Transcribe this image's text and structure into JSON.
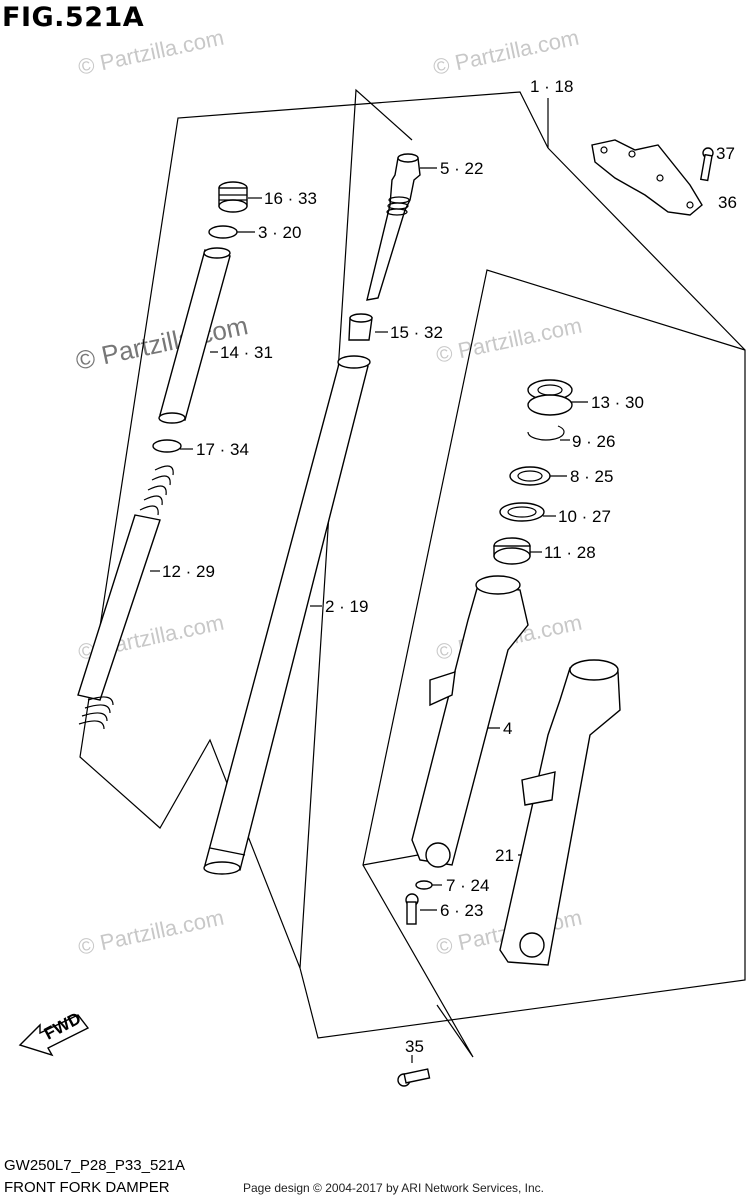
{
  "figure": {
    "title": "FIG.521A",
    "model_code": "GW250L7_P28_P33_521A",
    "name": "FRONT FORK DAMPER",
    "copyright": "Page design © 2004-2017 by ARI Network Services, Inc."
  },
  "watermark": "© Partzilla.com",
  "direction_label": "FWD",
  "callouts": {
    "c_1_18": "1 · 18",
    "c_5_22": "5 · 22",
    "c_37": "37",
    "c_16_33": "16 · 33",
    "c_36": "36",
    "c_3_20": "3 · 20",
    "c_15_32": "15 · 32",
    "c_14_31": "14 · 31",
    "c_13_30": "13 · 30",
    "c_17_34": "17 · 34",
    "c_9_26": "9 · 26",
    "c_8_25": "8 · 25",
    "c_10_27": "10 · 27",
    "c_11_28": "11 · 28",
    "c_12_29": "12 · 29",
    "c_2_19": "2 · 19",
    "c_4": "4",
    "c_21": "21",
    "c_7_24": "7 · 24",
    "c_6_23": "6 · 23",
    "c_35": "35"
  }
}
